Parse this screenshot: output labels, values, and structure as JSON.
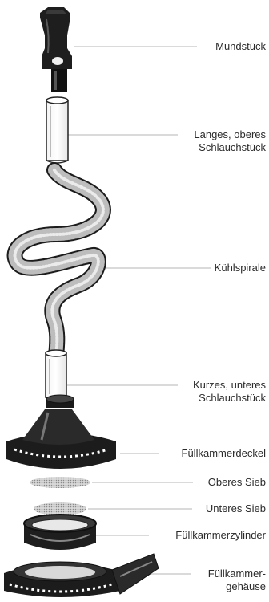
{
  "parts": [
    {
      "id": "mundstueck",
      "label": "Mundstück"
    },
    {
      "id": "langes-schlauchstueck",
      "label": "Langes, oberes\nSchlauchstück"
    },
    {
      "id": "kuehlspirale",
      "label": "Kühlspirale"
    },
    {
      "id": "kurzes-schlauchstueck",
      "label": "Kurzes, unteres\nSchlauchstück"
    },
    {
      "id": "fuellkammerdeckel",
      "label": "Füllkammerdeckel"
    },
    {
      "id": "oberes-sieb",
      "label": "Oberes Sieb"
    },
    {
      "id": "unteres-sieb",
      "label": "Unteres Sieb"
    },
    {
      "id": "fuellkammerzylinder",
      "label": "Füllkammerzylinder"
    },
    {
      "id": "fuellkammergehaeuse",
      "label": "Füllkammer-\ngehäuse"
    }
  ]
}
